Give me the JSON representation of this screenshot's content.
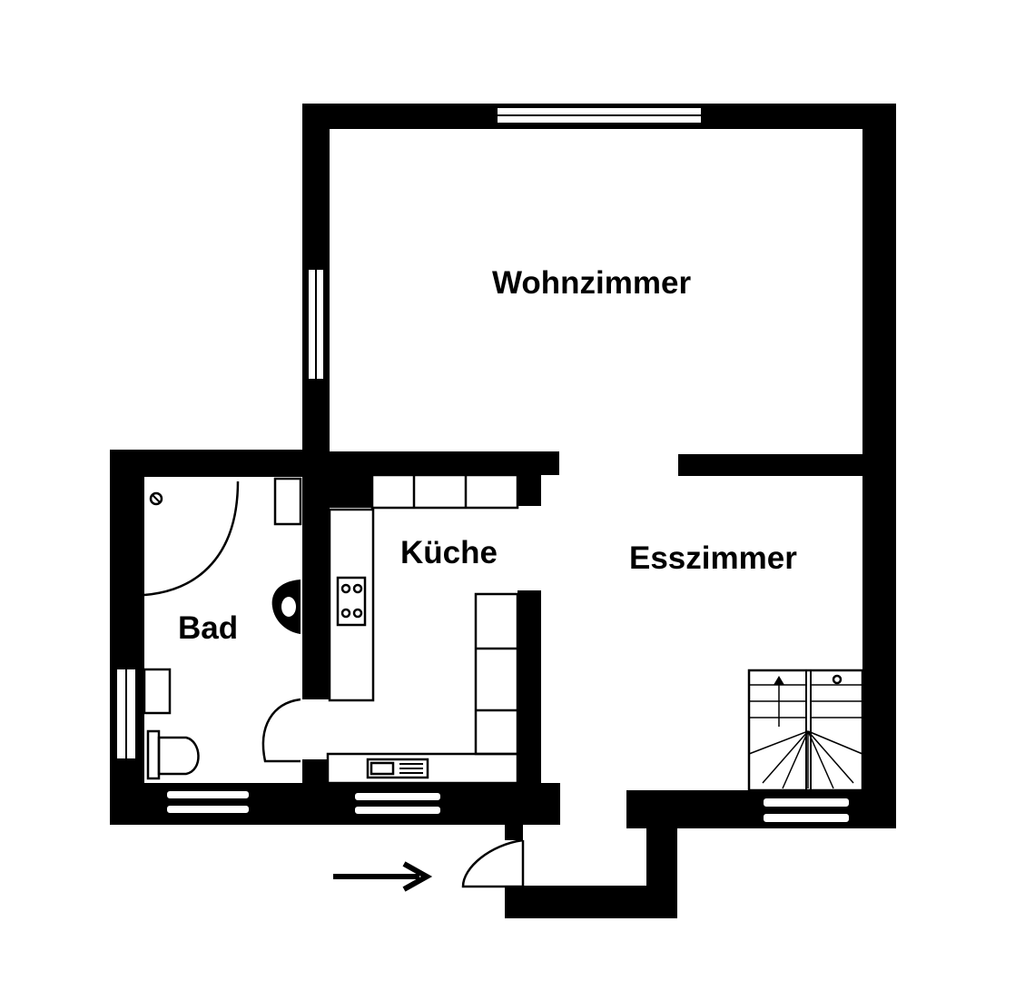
{
  "plan": {
    "rooms": {
      "wohnzimmer": "Wohnzimmer",
      "kueche": "Küche",
      "esszimmer": "Esszimmer",
      "bad": "Bad"
    },
    "colors": {
      "wall": "#000000",
      "background": "#ffffff"
    },
    "icons": {
      "entrance": "arrow-right-icon",
      "stove": "stove-icon",
      "sink": "sink-icon",
      "toilet": "toilet-icon",
      "stairs": "staircase-icon"
    }
  }
}
